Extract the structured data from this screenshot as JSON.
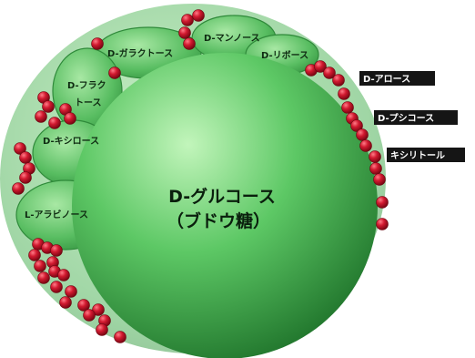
{
  "colors": {
    "sphere_light": "#b9f0b2",
    "sphere_mid": "#4fbf57",
    "sphere_dark": "#1f7a2c",
    "blob_fill": "#5cc266",
    "blob_stroke": "#2f8a3a",
    "bead": "#c0162a",
    "bead_highlight": "#ff6a78",
    "tag_bg": "#151515",
    "tag_text": "#ffffff"
  },
  "main_sugar": {
    "line1": "D-グルコース",
    "line2": "（ブドウ糖）"
  },
  "inner_sugars": [
    {
      "id": "galactose",
      "label": "D-ガラクトース"
    },
    {
      "id": "mannose",
      "label": "D-マンノース"
    },
    {
      "id": "ribose",
      "label": "D-リボース"
    },
    {
      "id": "fructose",
      "label_lines": [
        "D-フラク",
        "トース"
      ]
    },
    {
      "id": "xylose",
      "label": "D-キシロース"
    },
    {
      "id": "arabinose",
      "label": "L-アラビノース"
    }
  ],
  "rare_sugars": [
    {
      "id": "allose",
      "label": "D-アロース"
    },
    {
      "id": "psicose",
      "label": "D-プシコース"
    },
    {
      "id": "xylitol",
      "label": "キシリトール"
    }
  ]
}
